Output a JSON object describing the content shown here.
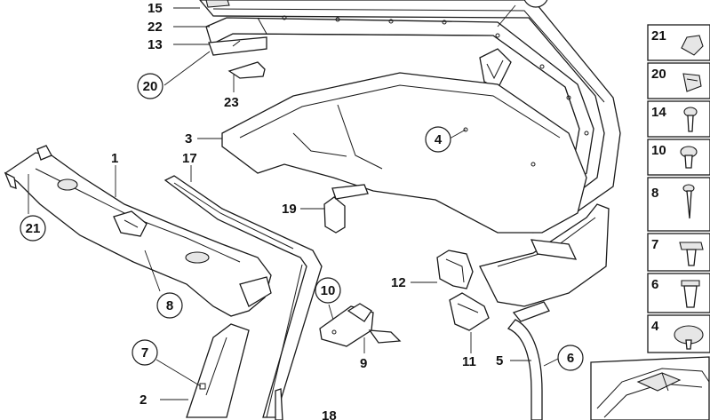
{
  "diagram": {
    "labels": [
      {
        "id": "lbl-15",
        "text": "15"
      },
      {
        "id": "lbl-22",
        "text": "22"
      },
      {
        "id": "lbl-13",
        "text": "13"
      },
      {
        "id": "lbl-23",
        "text": "23"
      },
      {
        "id": "lbl-3",
        "text": "3"
      },
      {
        "id": "lbl-17",
        "text": "17"
      },
      {
        "id": "lbl-1",
        "text": "1"
      },
      {
        "id": "lbl-19",
        "text": "19"
      },
      {
        "id": "lbl-12",
        "text": "12"
      },
      {
        "id": "lbl-9",
        "text": "9"
      },
      {
        "id": "lbl-11",
        "text": "11"
      },
      {
        "id": "lbl-5",
        "text": "5"
      },
      {
        "id": "lbl-2",
        "text": "2"
      },
      {
        "id": "lbl-18",
        "text": "18"
      }
    ],
    "callouts": [
      {
        "id": "callout-20",
        "text": "20"
      },
      {
        "id": "callout-4",
        "text": "4"
      },
      {
        "id": "callout-21",
        "text": "21"
      },
      {
        "id": "callout-8",
        "text": "8"
      },
      {
        "id": "callout-10",
        "text": "10"
      },
      {
        "id": "callout-7",
        "text": "7"
      },
      {
        "id": "callout-6",
        "text": "6"
      }
    ],
    "side_parts": [
      {
        "text": "21",
        "icon": "clip-nut-icon"
      },
      {
        "text": "20",
        "icon": "spring-clip-icon"
      },
      {
        "text": "14",
        "icon": "screw-icon"
      },
      {
        "text": "10",
        "icon": "expanding-rivet-icon"
      },
      {
        "text": "8",
        "icon": "wood-screw-icon"
      },
      {
        "text": "7",
        "icon": "push-clip-icon"
      },
      {
        "text": "6",
        "icon": "expansion-nut-icon"
      },
      {
        "text": "4",
        "icon": "mushroom-rivet-icon"
      }
    ],
    "thumbnail_icon": "car-location-thumbnail"
  }
}
